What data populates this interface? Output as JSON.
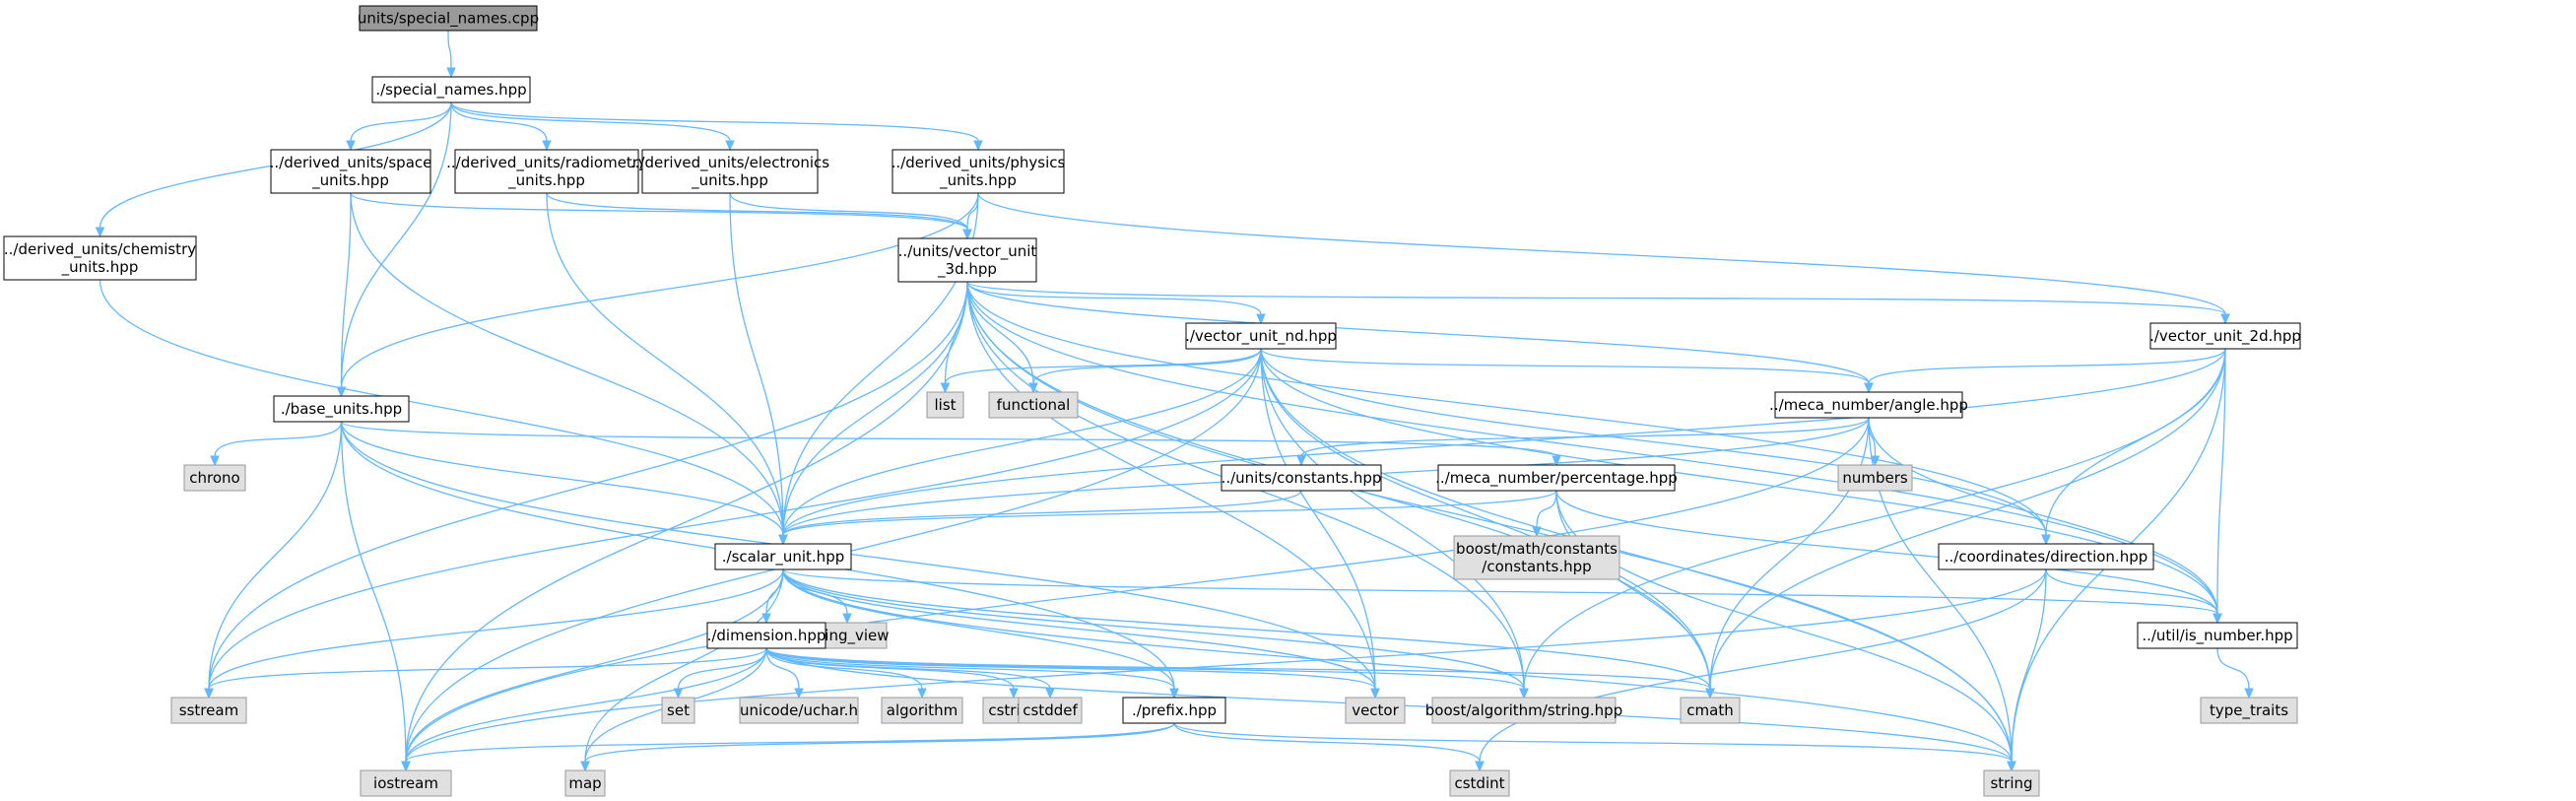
{
  "colors": {
    "root_fill": "#999999",
    "header_fill": "#ffffff",
    "system_fill": "#e0e0e0",
    "border_header": "#000000",
    "border_system": "#999999",
    "edge": "#63b8ff"
  },
  "nodes": [
    {
      "id": "root",
      "kind": "root",
      "lines": [
        "units/special_names.cpp"
      ]
    },
    {
      "id": "special_names",
      "kind": "header",
      "lines": [
        "./special_names.hpp"
      ]
    },
    {
      "id": "chemistry",
      "kind": "header",
      "lines": [
        "../derived_units/chemistry",
        "_units.hpp"
      ]
    },
    {
      "id": "space",
      "kind": "header",
      "lines": [
        "../derived_units/space",
        "_units.hpp"
      ]
    },
    {
      "id": "radiometry",
      "kind": "header",
      "lines": [
        "../derived_units/radiometry",
        "_units.hpp"
      ]
    },
    {
      "id": "electronics",
      "kind": "header",
      "lines": [
        "../derived_units/electronics",
        "_units.hpp"
      ]
    },
    {
      "id": "physics",
      "kind": "header",
      "lines": [
        "../derived_units/physics",
        "_units.hpp"
      ]
    },
    {
      "id": "vu3d",
      "kind": "header",
      "lines": [
        "../units/vector_unit",
        "_3d.hpp"
      ]
    },
    {
      "id": "base_units",
      "kind": "header",
      "lines": [
        "./base_units.hpp"
      ]
    },
    {
      "id": "vund",
      "kind": "header",
      "lines": [
        "./vector_unit_nd.hpp"
      ]
    },
    {
      "id": "vu2d",
      "kind": "header",
      "lines": [
        "./vector_unit_2d.hpp"
      ]
    },
    {
      "id": "list",
      "kind": "system",
      "lines": [
        "list"
      ]
    },
    {
      "id": "functional",
      "kind": "system",
      "lines": [
        "functional"
      ]
    },
    {
      "id": "angle",
      "kind": "header",
      "lines": [
        "../meca_number/angle.hpp"
      ]
    },
    {
      "id": "numbers",
      "kind": "system",
      "lines": [
        "numbers"
      ]
    },
    {
      "id": "chrono",
      "kind": "system",
      "lines": [
        "chrono"
      ]
    },
    {
      "id": "constants",
      "kind": "header",
      "lines": [
        "../units/constants.hpp"
      ]
    },
    {
      "id": "percentage",
      "kind": "header",
      "lines": [
        "../meca_number/percentage.hpp"
      ]
    },
    {
      "id": "boost_const",
      "kind": "system",
      "lines": [
        "boost/math/constants",
        "/constants.hpp"
      ]
    },
    {
      "id": "direction",
      "kind": "header",
      "lines": [
        "../coordinates/direction.hpp"
      ]
    },
    {
      "id": "scalar",
      "kind": "header",
      "lines": [
        "./scalar_unit.hpp"
      ]
    },
    {
      "id": "string_view",
      "kind": "system",
      "lines": [
        "string_view"
      ]
    },
    {
      "id": "is_number",
      "kind": "header",
      "lines": [
        "../util/is_number.hpp"
      ]
    },
    {
      "id": "dimension",
      "kind": "header",
      "lines": [
        "./dimension.hpp"
      ]
    },
    {
      "id": "sstream",
      "kind": "system",
      "lines": [
        "sstream"
      ]
    },
    {
      "id": "set",
      "kind": "system",
      "lines": [
        "set"
      ]
    },
    {
      "id": "uchar",
      "kind": "system",
      "lines": [
        "unicode/uchar.h"
      ]
    },
    {
      "id": "algorithm",
      "kind": "system",
      "lines": [
        "algorithm"
      ]
    },
    {
      "id": "cstring",
      "kind": "system",
      "lines": [
        "cstring"
      ]
    },
    {
      "id": "cstddef",
      "kind": "system",
      "lines": [
        "cstddef"
      ]
    },
    {
      "id": "prefix",
      "kind": "header",
      "lines": [
        "./prefix.hpp"
      ]
    },
    {
      "id": "vector",
      "kind": "system",
      "lines": [
        "vector"
      ]
    },
    {
      "id": "boost_string",
      "kind": "system",
      "lines": [
        "boost/algorithm/string.hpp"
      ]
    },
    {
      "id": "cmath",
      "kind": "system",
      "lines": [
        "cmath"
      ]
    },
    {
      "id": "type_traits",
      "kind": "system",
      "lines": [
        "type_traits"
      ]
    },
    {
      "id": "iostream",
      "kind": "system",
      "lines": [
        "iostream"
      ]
    },
    {
      "id": "map",
      "kind": "system",
      "lines": [
        "map"
      ]
    },
    {
      "id": "cstdint",
      "kind": "system",
      "lines": [
        "cstdint"
      ]
    },
    {
      "id": "string",
      "kind": "system",
      "lines": [
        "string"
      ]
    }
  ],
  "edges": [
    [
      "root",
      "special_names"
    ],
    [
      "special_names",
      "chemistry"
    ],
    [
      "special_names",
      "space"
    ],
    [
      "special_names",
      "radiometry"
    ],
    [
      "special_names",
      "electronics"
    ],
    [
      "special_names",
      "physics"
    ],
    [
      "special_names",
      "base_units"
    ],
    [
      "chemistry",
      "scalar"
    ],
    [
      "space",
      "base_units"
    ],
    [
      "space",
      "vu3d"
    ],
    [
      "space",
      "scalar"
    ],
    [
      "radiometry",
      "vu3d"
    ],
    [
      "radiometry",
      "scalar"
    ],
    [
      "electronics",
      "vu3d"
    ],
    [
      "electronics",
      "scalar"
    ],
    [
      "physics",
      "vu3d"
    ],
    [
      "physics",
      "base_units"
    ],
    [
      "physics",
      "scalar"
    ],
    [
      "physics",
      "vu2d"
    ],
    [
      "vu3d",
      "vund"
    ],
    [
      "vu3d",
      "vu2d"
    ],
    [
      "vu3d",
      "list"
    ],
    [
      "vu3d",
      "functional"
    ],
    [
      "vu3d",
      "angle"
    ],
    [
      "vu3d",
      "direction"
    ],
    [
      "vu3d",
      "scalar"
    ],
    [
      "vu3d",
      "is_number"
    ],
    [
      "vu3d",
      "sstream"
    ],
    [
      "vu3d",
      "iostream"
    ],
    [
      "vu3d",
      "vector"
    ],
    [
      "vu3d",
      "boost_string"
    ],
    [
      "vu3d",
      "cmath"
    ],
    [
      "vu3d",
      "string"
    ],
    [
      "base_units",
      "chrono"
    ],
    [
      "base_units",
      "percentage"
    ],
    [
      "base_units",
      "scalar"
    ],
    [
      "base_units",
      "sstream"
    ],
    [
      "base_units",
      "iostream"
    ],
    [
      "base_units",
      "prefix"
    ],
    [
      "base_units",
      "vector"
    ],
    [
      "vund",
      "list"
    ],
    [
      "vund",
      "functional"
    ],
    [
      "vund",
      "angle"
    ],
    [
      "vund",
      "direction"
    ],
    [
      "vund",
      "scalar"
    ],
    [
      "vund",
      "is_number"
    ],
    [
      "vund",
      "sstream"
    ],
    [
      "vund",
      "iostream"
    ],
    [
      "vund",
      "vector"
    ],
    [
      "vund",
      "boost_string"
    ],
    [
      "vund",
      "cmath"
    ],
    [
      "vund",
      "string"
    ],
    [
      "vu2d",
      "angle"
    ],
    [
      "vu2d",
      "direction"
    ],
    [
      "vu2d",
      "scalar"
    ],
    [
      "vu2d",
      "is_number"
    ],
    [
      "vu2d",
      "boost_string"
    ],
    [
      "vu2d",
      "cmath"
    ],
    [
      "vu2d",
      "string"
    ],
    [
      "angle",
      "numbers"
    ],
    [
      "angle",
      "constants"
    ],
    [
      "angle",
      "scalar"
    ],
    [
      "angle",
      "is_number"
    ],
    [
      "angle",
      "iostream"
    ],
    [
      "angle",
      "cmath"
    ],
    [
      "angle",
      "string"
    ],
    [
      "constants",
      "scalar"
    ],
    [
      "percentage",
      "boost_const"
    ],
    [
      "percentage",
      "scalar"
    ],
    [
      "percentage",
      "is_number"
    ],
    [
      "percentage",
      "cmath"
    ],
    [
      "percentage",
      "string"
    ],
    [
      "direction",
      "is_number"
    ],
    [
      "direction",
      "iostream"
    ],
    [
      "direction",
      "string"
    ],
    [
      "direction",
      "cstdint"
    ],
    [
      "scalar",
      "string_view"
    ],
    [
      "scalar",
      "dimension"
    ],
    [
      "scalar",
      "is_number"
    ],
    [
      "scalar",
      "sstream"
    ],
    [
      "scalar",
      "iostream"
    ],
    [
      "scalar",
      "map"
    ],
    [
      "scalar",
      "prefix"
    ],
    [
      "scalar",
      "vector"
    ],
    [
      "scalar",
      "boost_string"
    ],
    [
      "scalar",
      "cmath"
    ],
    [
      "scalar",
      "string"
    ],
    [
      "is_number",
      "type_traits"
    ],
    [
      "dimension",
      "sstream"
    ],
    [
      "dimension",
      "set"
    ],
    [
      "dimension",
      "uchar"
    ],
    [
      "dimension",
      "algorithm"
    ],
    [
      "dimension",
      "cstring"
    ],
    [
      "dimension",
      "cstddef"
    ],
    [
      "dimension",
      "prefix"
    ],
    [
      "dimension",
      "vector"
    ],
    [
      "dimension",
      "boost_string"
    ],
    [
      "dimension",
      "cmath"
    ],
    [
      "dimension",
      "iostream"
    ],
    [
      "dimension",
      "map"
    ],
    [
      "dimension",
      "string"
    ],
    [
      "prefix",
      "iostream"
    ],
    [
      "prefix",
      "map"
    ],
    [
      "prefix",
      "cstdint"
    ],
    [
      "prefix",
      "string"
    ]
  ]
}
